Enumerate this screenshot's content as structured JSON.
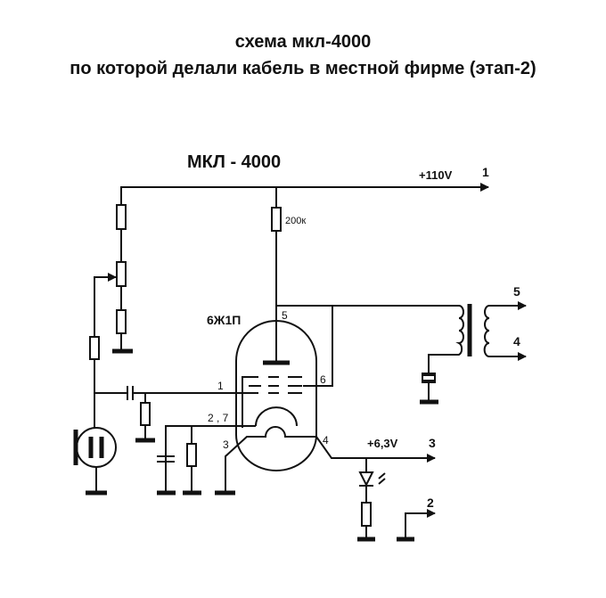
{
  "title": {
    "line1": "схема мкл-4000",
    "line2": "по которой делали кабель в местной фирме (этап-2)"
  },
  "schematic": {
    "name": "МКЛ - 4000",
    "tube": "6Ж1П",
    "resistor_anode": "200к",
    "pins": {
      "p1": "1",
      "p27": "2 , 7",
      "p3": "3",
      "p4": "4",
      "p5": "5",
      "p6": "6"
    },
    "outputs": {
      "plus110": "+110V",
      "out1": "1",
      "plus63": "+6,3V",
      "out3": "3",
      "out2": "2",
      "out5": "5",
      "out4": "4"
    }
  }
}
